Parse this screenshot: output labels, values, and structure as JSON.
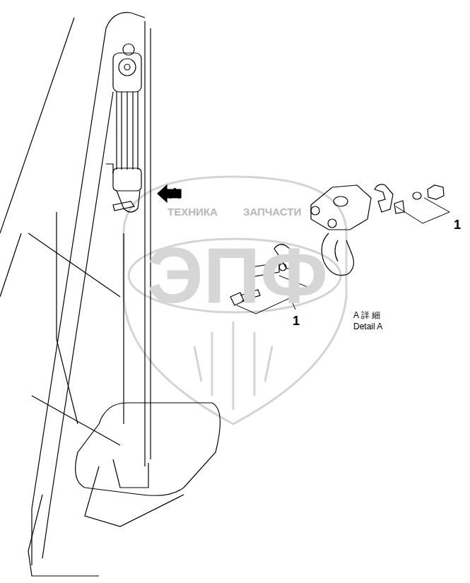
{
  "diagram": {
    "labels": [
      "A",
      "ТЕХНИКА",
      "ЗАПЧАСТИ",
      "1",
      "ЭПФ",
      "1",
      "A 詳 細",
      "Detail A"
    ]
  }
}
